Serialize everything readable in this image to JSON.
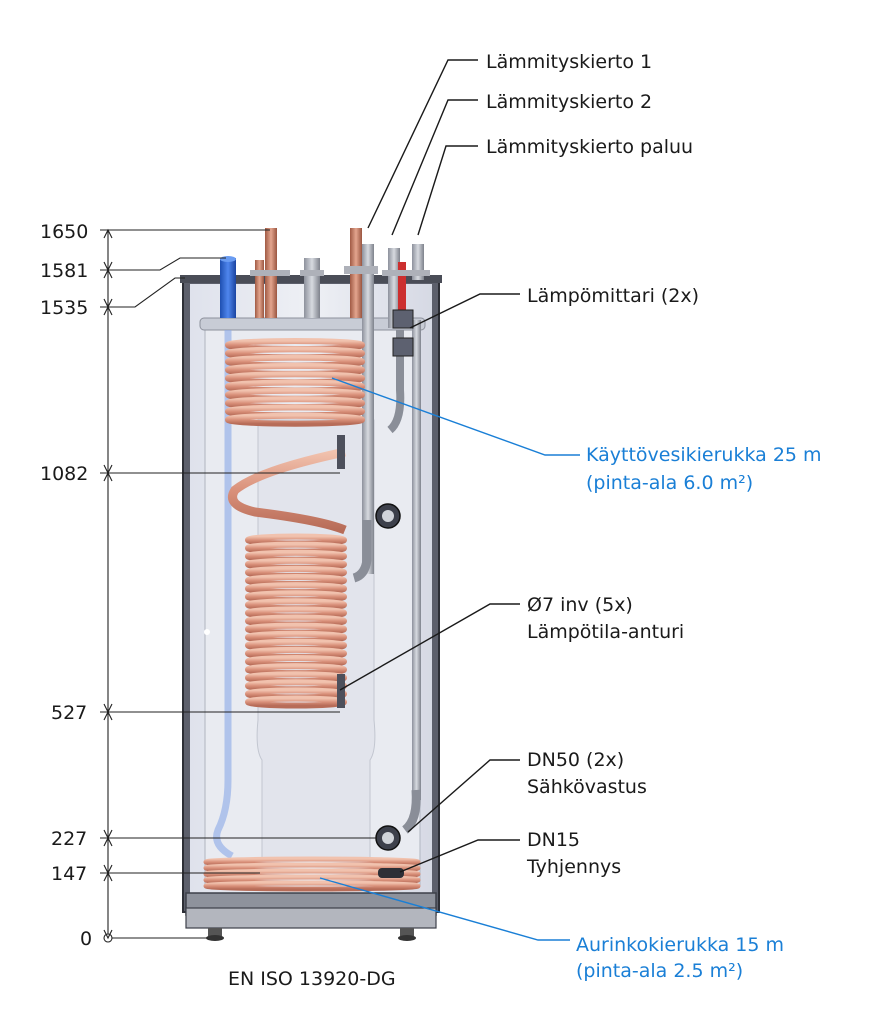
{
  "dimensions": {
    "d1650": "1650",
    "d1581": "1581",
    "d1535": "1535",
    "d1082": "1082",
    "d527": "527",
    "d227": "227",
    "d147": "147",
    "d0": "0"
  },
  "labels": {
    "heating_circuit_1": "Lämmityskierto 1",
    "heating_circuit_2": "Lämmityskierto 2",
    "heating_circuit_return": "Lämmityskierto paluu",
    "thermometer": "Lämpömittari (2x)",
    "dhw_coil_1": "Käyttövesikierukka 25 m",
    "dhw_coil_2": "(pinta-ala 6.0 m²)",
    "sensor_1": "Ø7 inv (5x)",
    "sensor_2": "Lämpötila-anturi",
    "heater_1": "DN50 (2x)",
    "heater_2": "Sähkövastus",
    "drain_1": "DN15",
    "drain_2": "Tyhjennys",
    "solar_coil_1": "Aurinkokierukka 15 m",
    "solar_coil_2": "(pinta-ala 2.5 m²)",
    "standard": "EN ISO 13920-DG"
  },
  "colors": {
    "accent_blue": "#1a7fd6",
    "copper": "#d99a82",
    "tank_glass": "#e6e8f0"
  }
}
